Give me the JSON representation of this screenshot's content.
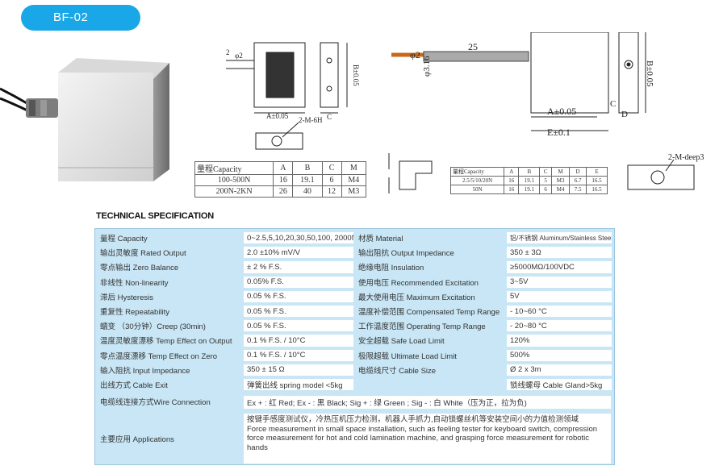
{
  "badge": {
    "label": "BF-02"
  },
  "drawings": {
    "front_dims": {
      "a": "A±0.05",
      "c": "C",
      "b": "B±0.05",
      "phi2": "φ2",
      "dim2": "2"
    },
    "hole_callout": "2-M-6H",
    "right_dims": {
      "phi2": "φ2",
      "cable_len": "25",
      "phi316": "φ3.16",
      "a": "A±0.05",
      "e": "E±0.1",
      "c": "C",
      "d": "D",
      "b": "B±0.05"
    },
    "hole_callout_right": "2-M-deep3"
  },
  "capacity_table_1": {
    "headers": [
      "量程Capacity",
      "A",
      "B",
      "C",
      "M"
    ],
    "rows": [
      [
        "100-500N",
        "16",
        "19.1",
        "6",
        "M4"
      ],
      [
        "200N-2KN",
        "26",
        "40",
        "12",
        "M3"
      ]
    ]
  },
  "capacity_table_2": {
    "headers": [
      "量程Capacity",
      "A",
      "B",
      "C",
      "M",
      "D",
      "E"
    ],
    "rows": [
      [
        "2.5/5/10/20N",
        "16",
        "19.1",
        "5",
        "M3",
        "6.7",
        "16.5"
      ],
      [
        "50N",
        "16",
        "19.1",
        "6",
        "M4",
        "7.5",
        "16.5"
      ]
    ]
  },
  "spec": {
    "title": "TECHNICAL SPECIFICATION",
    "rows": [
      {
        "l1": "量程 Capacity",
        "v1": "0~2.5,5,10,20,30,50,100, 2000N",
        "l2": "材质 Material",
        "v2": "铝/不锈钢 Aluminum/Stainless Steel"
      },
      {
        "l1": "输出灵敏度 Rated Output",
        "v1": "2.0 ±10% mV/V",
        "l2": "输出阻抗  Output Impedance",
        "v2": "350 ± 3Ω"
      },
      {
        "l1": "零点输出  Zero Balance",
        "v1": "± 2 % F.S.",
        "l2": "绝缘电阻  Insulation",
        "v2": "≥5000MΩ/100VDC"
      },
      {
        "l1": "非线性 Non-linearity",
        "v1": "0.05% F.S.",
        "l2": "使用电压 Recommended Excitation",
        "v2": "3~5V"
      },
      {
        "l1": "滞后 Hysteresis",
        "v1": "0.05 % F.S.",
        "l2": "最大使用电压 Maximum Excitation",
        "v2": "5V"
      },
      {
        "l1": "重复性 Repeatability",
        "v1": "0.05 % F.S.",
        "l2": "温度补偿范围 Compensated Temp Range",
        "v2": "- 10~60 °C"
      },
      {
        "l1": "蠕变 （30分钟）Creep (30min)",
        "v1": "0.05 % F.S.",
        "l2": "工作温度范围 Operating Temp  Range",
        "v2": "- 20~80 °C"
      },
      {
        "l1": "温度灵敏度漂移 Temp Effect on Output",
        "v1": "0.1 % F.S. / 10°C",
        "l2": "安全超载 Safe Load Limit",
        "v2": "120%"
      },
      {
        "l1": "零点温度漂移 Temp Effect on Zero",
        "v1": "0.1 % F.S. / 10°C",
        "l2": "极限超载 Ultimate Load Limit",
        "v2": "500%"
      },
      {
        "l1": "输入阻抗 Input Impedance",
        "v1": "350 ± 15 Ω",
        "l2": "电缆线尺寸 Cable Size",
        "v2": "Ø 2 x 3m"
      },
      {
        "l1": "出线方式 Cable Exit",
        "v1": "弹簧出线 spring model <5kg",
        "l2": "",
        "v2": "锁线螺母 Cable Gland>5kg"
      }
    ],
    "wire_label": "电缆线连接方式Wire Connection",
    "wire_value": "Ex + : 红 Red;  Ex - : 黑 Black; Sig + : 绿 Green ; Sig - : 白 White（压为正，拉为负)",
    "app_label": "主要应用 Applications",
    "app_lines": [
      "按键手感度测试仪，冷热压机压力检测，机器人手抓力,自动锁螺丝机等安装空间小的力值检测领域",
      "Force measurement in small space installation, such as feeling tester for keyboard switch, compression",
      "force measurement for hot and cold lamination machine, and grasping force measurement for robotic hands"
    ]
  }
}
